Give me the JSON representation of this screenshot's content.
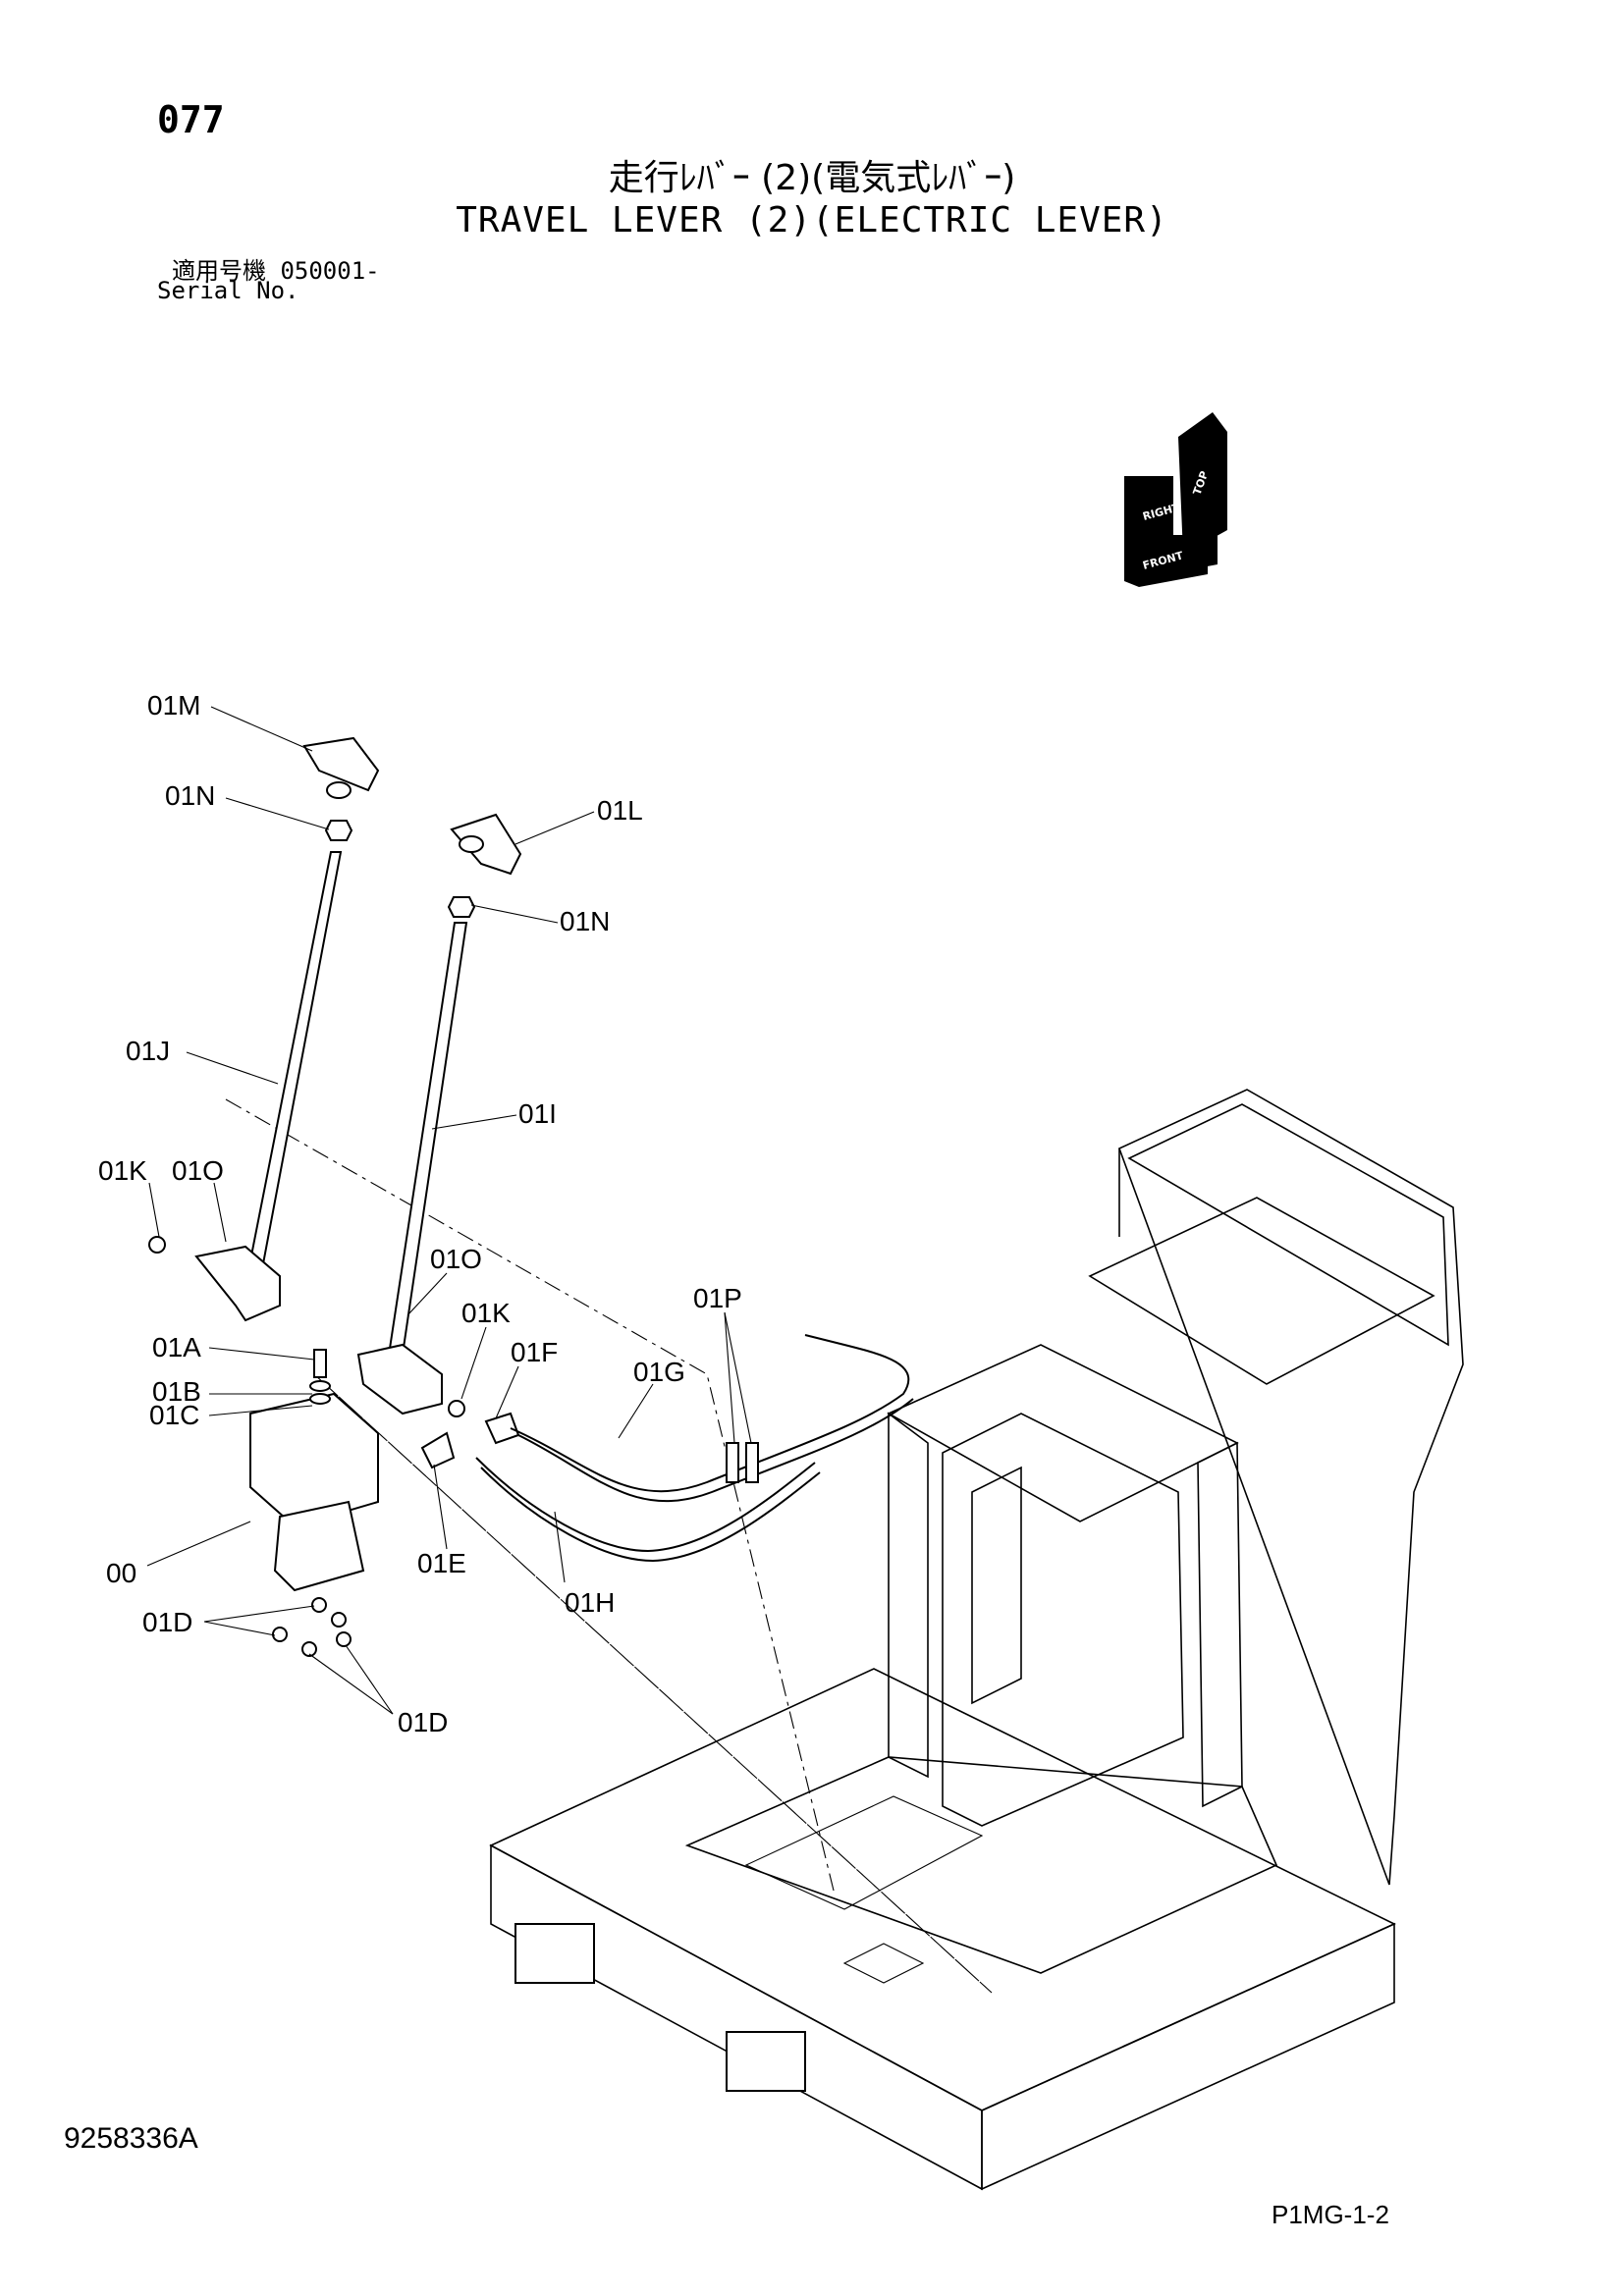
{
  "header": {
    "page_number": "077",
    "title_jp": "走行ﾚﾊﾞｰ (2)(電気式ﾚﾊﾞｰ)",
    "title_en": "TRAVEL LEVER (2)(ELECTRIC LEVER)",
    "serial_jp": "適用号機  050001-",
    "serial_en": "Serial No."
  },
  "orientation_icon": {
    "top": "TOP",
    "right": "RIGHT",
    "front": "FRONT"
  },
  "callouts": {
    "c01M": "01M",
    "c01N_left": "01N",
    "c01L": "01L",
    "c01N_right": "01N",
    "c01J": "01J",
    "c01I": "01I",
    "c01K_left": "01K",
    "c01O_left": "01O",
    "c01O_right": "01O",
    "c01K_right": "01K",
    "c01F": "01F",
    "c01P": "01P",
    "c01G": "01G",
    "c01A": "01A",
    "c01B": "01B",
    "c01C": "01C",
    "c00": "00",
    "c01E": "01E",
    "c01H": "01H",
    "c01D_left": "01D",
    "c01D_bottom": "01D"
  },
  "footer": {
    "doc_code": "9258336A",
    "page_code": "P1MG-1-2"
  }
}
